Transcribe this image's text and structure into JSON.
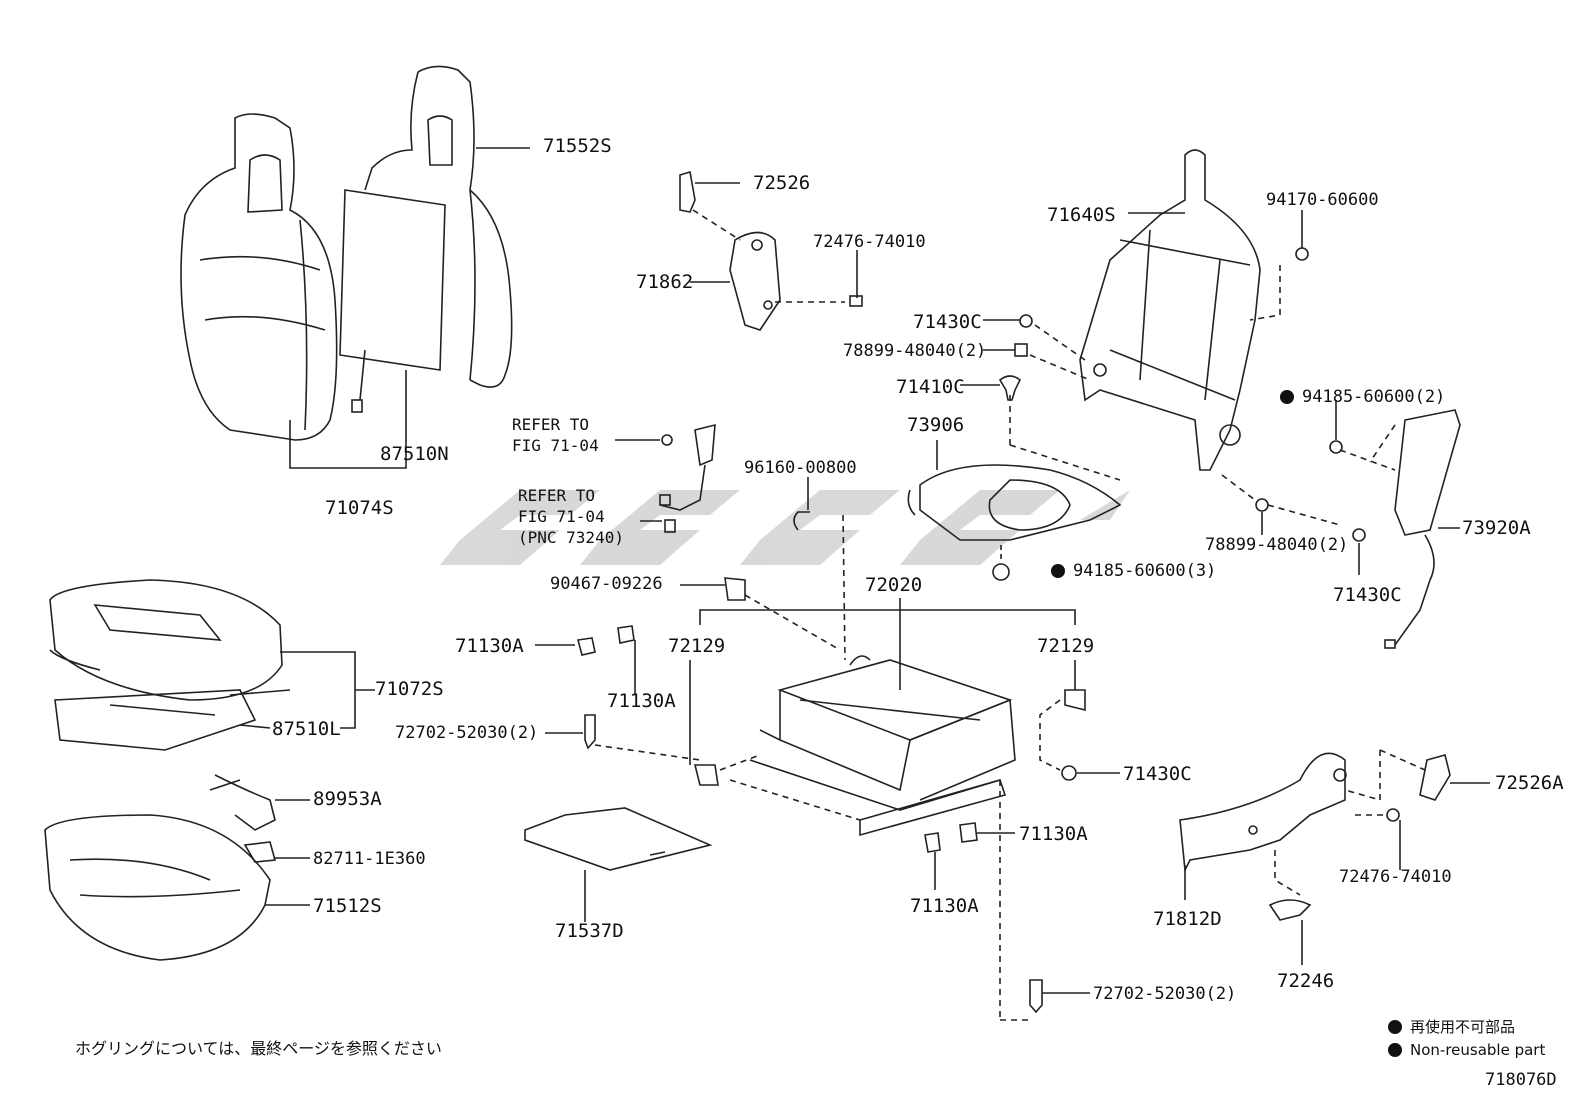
{
  "labels": {
    "p71552S": "71552S",
    "p87510N": "87510N",
    "p71074S": "71074S",
    "p72526": "72526",
    "p72476_74010_top": "72476-74010",
    "p71862": "71862",
    "p71640S": "71640S",
    "p94170_60600": "94170-60600",
    "p71430C_a": "71430C",
    "p78899_48040_a": "78899-48040(2)",
    "p71410C": "71410C",
    "p94185_60600_2": "94185-60600(2)",
    "p73906": "73906",
    "p96160_00800": "96160-00800",
    "p78899_48040_b": "78899-48040(2)",
    "p73920A": "73920A",
    "p94185_60600_3": "94185-60600(3)",
    "p71430C_b": "71430C",
    "p90467_09226": "90467-09226",
    "p72020": "72020",
    "p71130A_a": "71130A",
    "p72129_a": "72129",
    "p72129_b": "72129",
    "p71072S": "71072S",
    "p71130A_b": "71130A",
    "p87510L": "87510L",
    "p72702_52030_a": "72702-52030(2)",
    "p71430C_c": "71430C",
    "p72526A": "72526A",
    "p89953A": "89953A",
    "p71130A_c": "71130A",
    "p82711_1E360": "82711-1E360",
    "p72476_74010_bot": "72476-74010",
    "p71512S": "71512S",
    "p71537D": "71537D",
    "p71812D": "71812D",
    "p71130A_d": "71130A",
    "p72246": "72246",
    "p72702_52030_b": "72702-52030(2)"
  },
  "refer": {
    "line1_a": "REFER TO",
    "line2_a": "FIG 71-04",
    "line1_b": "REFER TO",
    "line2_b": "FIG 71-04",
    "line3_b": "(PNC 73240)"
  },
  "note": "ホグリングについては、最終ページを参照ください",
  "legend": {
    "jp": "再使用不可部品",
    "en": "Non-reusable part"
  },
  "figure_id": "718076D"
}
